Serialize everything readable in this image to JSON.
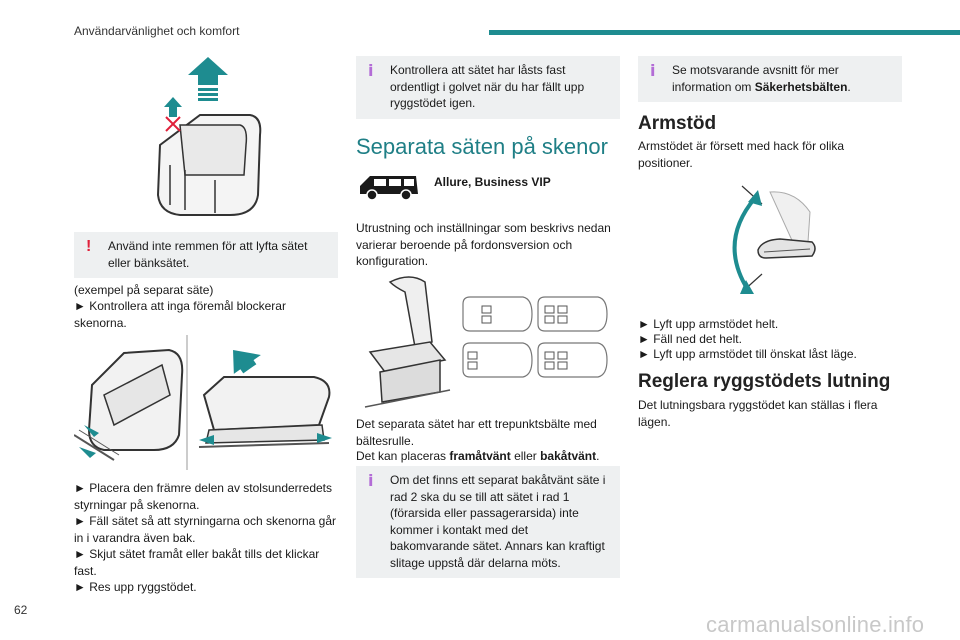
{
  "header": {
    "section": "Användarvänlighet och komfort"
  },
  "page_number": "62",
  "watermark": "carmanualsonline.info",
  "col1": {
    "warning": "Använd inte remmen för att lyfta sätet eller bänksätet.",
    "example": "(exempel på separat säte)",
    "step_check": "► Kontrollera att inga föremål blockerar skenorna.",
    "steps": [
      "► Placera den främre delen av stolsunderredets styrningar på skenorna.",
      "► Fäll sätet så att styrningarna och skenorna går in i varandra även bak.",
      "► Skjut sätet framåt eller bakåt tills det klickar fast.",
      "► Res upp ryggstödet."
    ]
  },
  "col2": {
    "info_top": "Kontrollera att sätet har låsts fast ordentligt i golvet när du har fällt upp ryggstödet igen.",
    "heading": "Separata säten på skenor",
    "versions": "Allure, Business VIP",
    "intro": "Utrustning och inställningar som beskrivs nedan varierar beroende på fordonsversion och konfiguration.",
    "belt_text": "Det separata sätet har ett trepunktsbälte med bältesrulle.",
    "placement_pre": "Det kan placeras ",
    "placement_forward": "framåtvänt",
    "placement_or": " eller ",
    "placement_backward": "bakåtvänt",
    "placement_end": ".",
    "info_bottom": "Om det finns ett separat bakåtvänt säte i rad 2 ska du se till att sätet i rad 1 (förarsida eller passagerarsida) inte kommer i kontakt med det bakomvarande sätet. Annars kan kraftigt slitage uppstå där delarna möts."
  },
  "col3": {
    "info_pre": "Se motsvarande avsnitt för mer information om ",
    "info_bold": "Säkerhetsbälten",
    "info_end": ".",
    "heading_arm": "Armstöd",
    "arm_text": "Armstödet är försett med hack för olika positioner.",
    "arm_steps": [
      "► Lyft upp armstödet helt.",
      "► Fäll ned det helt.",
      "► Lyft upp armstödet till önskat låst läge."
    ],
    "heading_back": "Reglera ryggstödets lutning",
    "back_text": "Det lutningsbara ryggstödet kan ställas i flera lägen."
  },
  "colors": {
    "accent": "#1e8c90",
    "warning": "#e0203a",
    "info": "#b36cd6",
    "note_bg": "#eef0f1"
  },
  "icons": [
    "warning-icon",
    "info-icon",
    "van-icon",
    "arrow-up-icon",
    "arrow-icon"
  ]
}
